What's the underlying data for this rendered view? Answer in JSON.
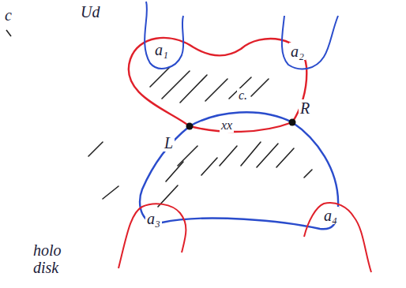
{
  "diagram": {
    "labels": [
      "c",
      "Ud",
      "a₁",
      "a₂",
      "c.",
      "L",
      "xx",
      "R",
      "a₃",
      "a₄",
      "holo disk"
    ]
  }
}
